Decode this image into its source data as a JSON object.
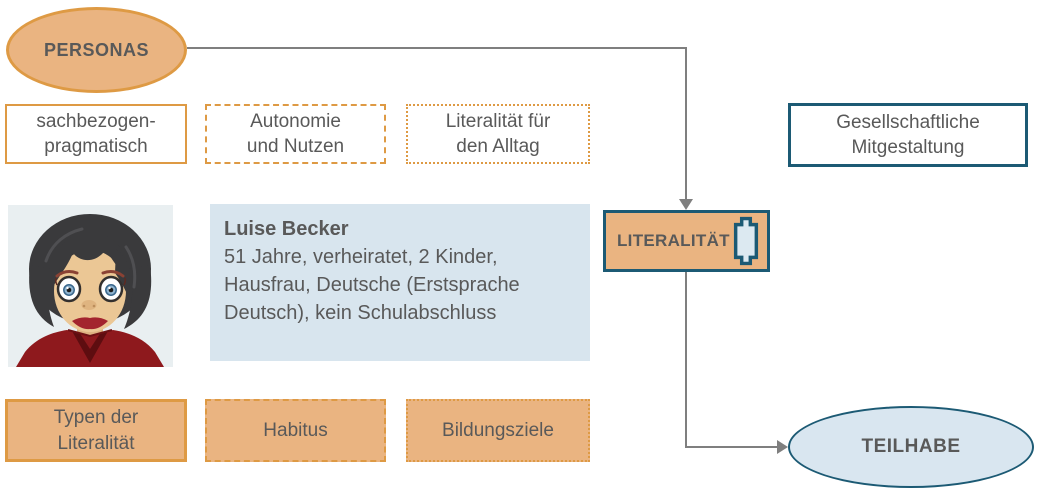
{
  "colors": {
    "fill-orange": "#EAB481",
    "border-orange": "#DE9A44",
    "teal": "#1C5A74",
    "light-blue": "#D8E5EE",
    "light-blue-2": "#D9E6F0",
    "text-gray": "#595959",
    "line-gray": "#7F7F7F"
  },
  "nodes": {
    "personas": "PERSONAS",
    "teilhabe": "TEILHABE",
    "literalitaet": "LITERALITÄT",
    "gesellschaftliche_mitgestaltung": "Gesellschaftliche Mitgestaltung"
  },
  "top_row": [
    {
      "label": "sachbezogen-pragmatisch",
      "border_style": "solid"
    },
    {
      "label": "Autonomie und Nutzen",
      "border_style": "dashed"
    },
    {
      "label": "Literalität für den Alltag",
      "border_style": "dotted"
    }
  ],
  "bottom_row": [
    {
      "label": "Typen der Literalität",
      "border_style": "solid"
    },
    {
      "label": "Habitus",
      "border_style": "dashed"
    },
    {
      "label": "Bildungsziele",
      "border_style": "dotted"
    }
  ],
  "persona_card": {
    "name": "Luise Becker",
    "details": "51 Jahre, verheiratet, 2 Kinder, Hausfrau, Deutsche (Erstsprache Deutsch), kein Schulabschluss"
  },
  "icons": {
    "literacy_plaque": "plaque-icon",
    "persona_avatar": "woman-avatar-image"
  }
}
